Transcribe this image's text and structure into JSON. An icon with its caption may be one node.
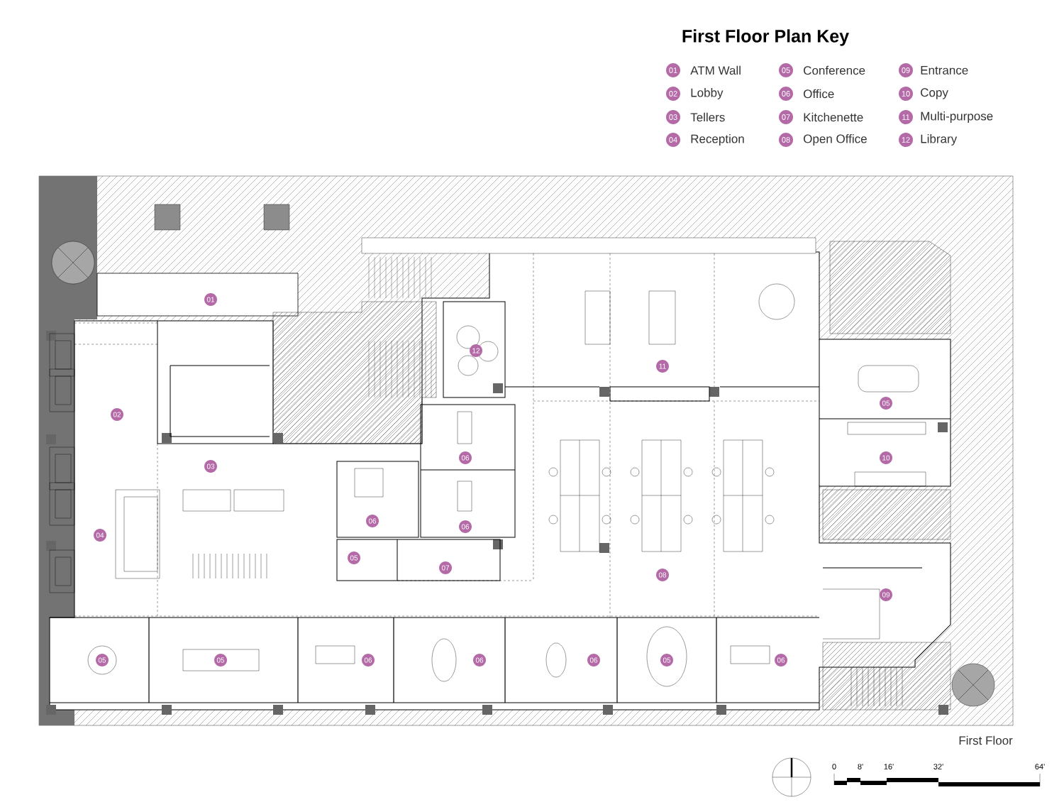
{
  "diagram": {
    "title": "First Floor Plan Key",
    "labels": [
      "01",
      "ATM Wall",
      "05",
      "Conference",
      "09",
      "Entrance",
      "02",
      "Lobby",
      "06",
      "Office",
      "10",
      "Copy",
      "03",
      "Tellers",
      "07",
      "Kitchenette",
      "11",
      "Multi-purpose",
      "04",
      "Reception",
      "08",
      "Open Office",
      "12",
      "Library",
      "01",
      "12",
      "11",
      "05",
      "02",
      "06",
      "10",
      "03",
      "06",
      "06",
      "04",
      "05",
      "07",
      "08",
      "09",
      "05",
      "05",
      "06",
      "06",
      "06",
      "05",
      "06",
      "First Floor",
      "0",
      "8'",
      "16'",
      "32'",
      "64'"
    ]
  }
}
